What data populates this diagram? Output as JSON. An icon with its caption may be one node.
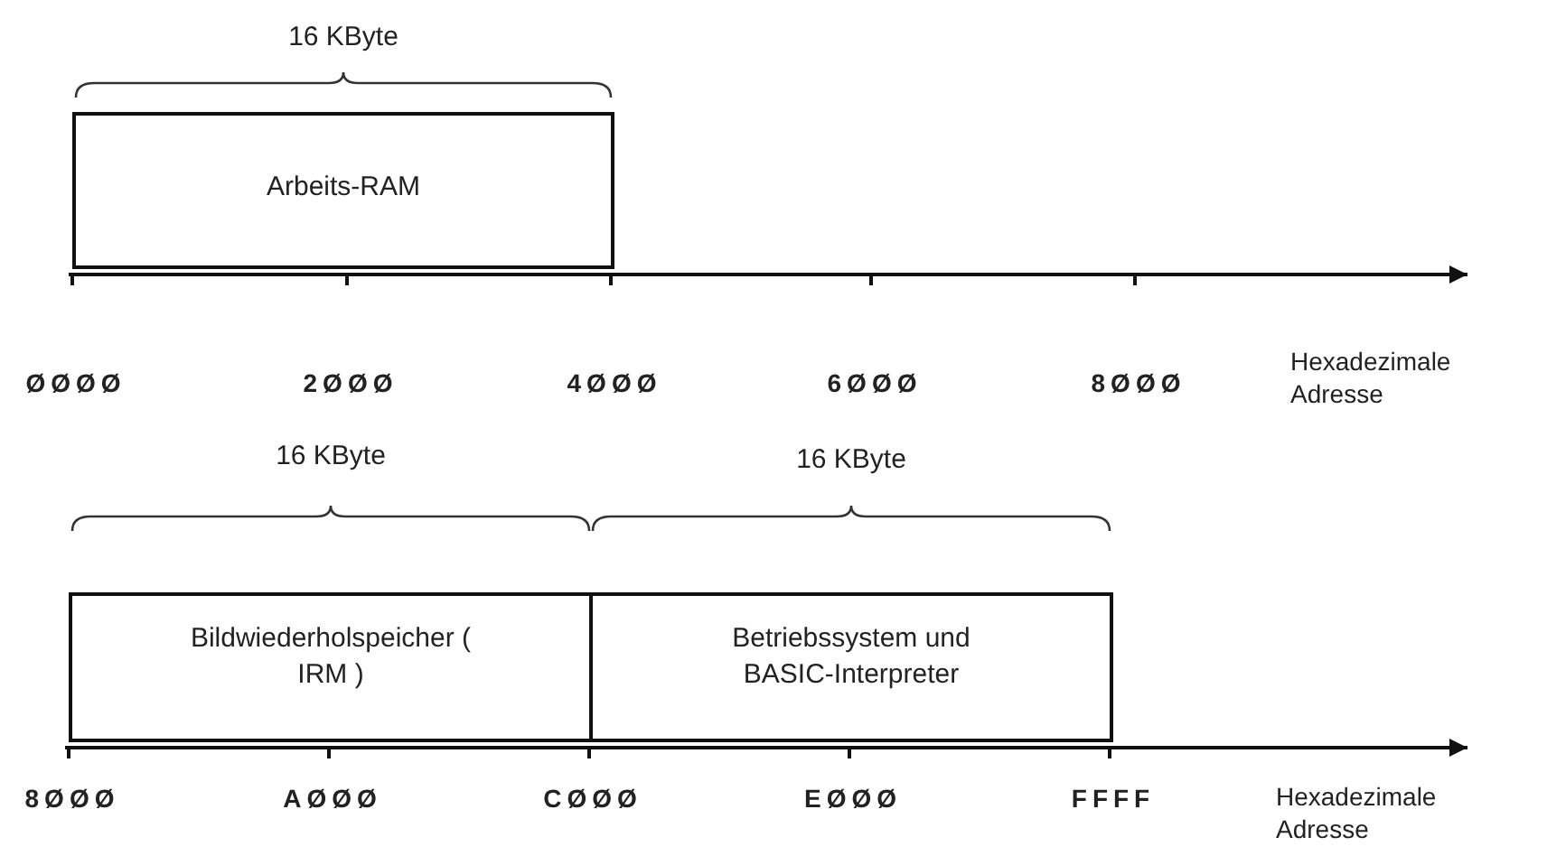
{
  "diagram": {
    "nodes": [
      {
        "text": [
          "Arbeits-RAM"
        ]
      },
      {
        "text": [
          "Bildwiederholspeicher ( IRM )"
        ]
      },
      {
        "text": [
          "Betriebssystem und BASIC-Interpreter"
        ]
      }
    ],
    "labels": [
      "16 KByte",
      "ØØØØ",
      "2ØØØ",
      "4ØØØ",
      "6ØØØ",
      "8ØØØ",
      "Hexadezimale Adresse",
      "16 KByte",
      "16 KByte",
      "8ØØØ",
      "AØØØ",
      "CØØØ",
      "EØØØ",
      "FFFF",
      "Hexadezimale Adresse"
    ]
  }
}
